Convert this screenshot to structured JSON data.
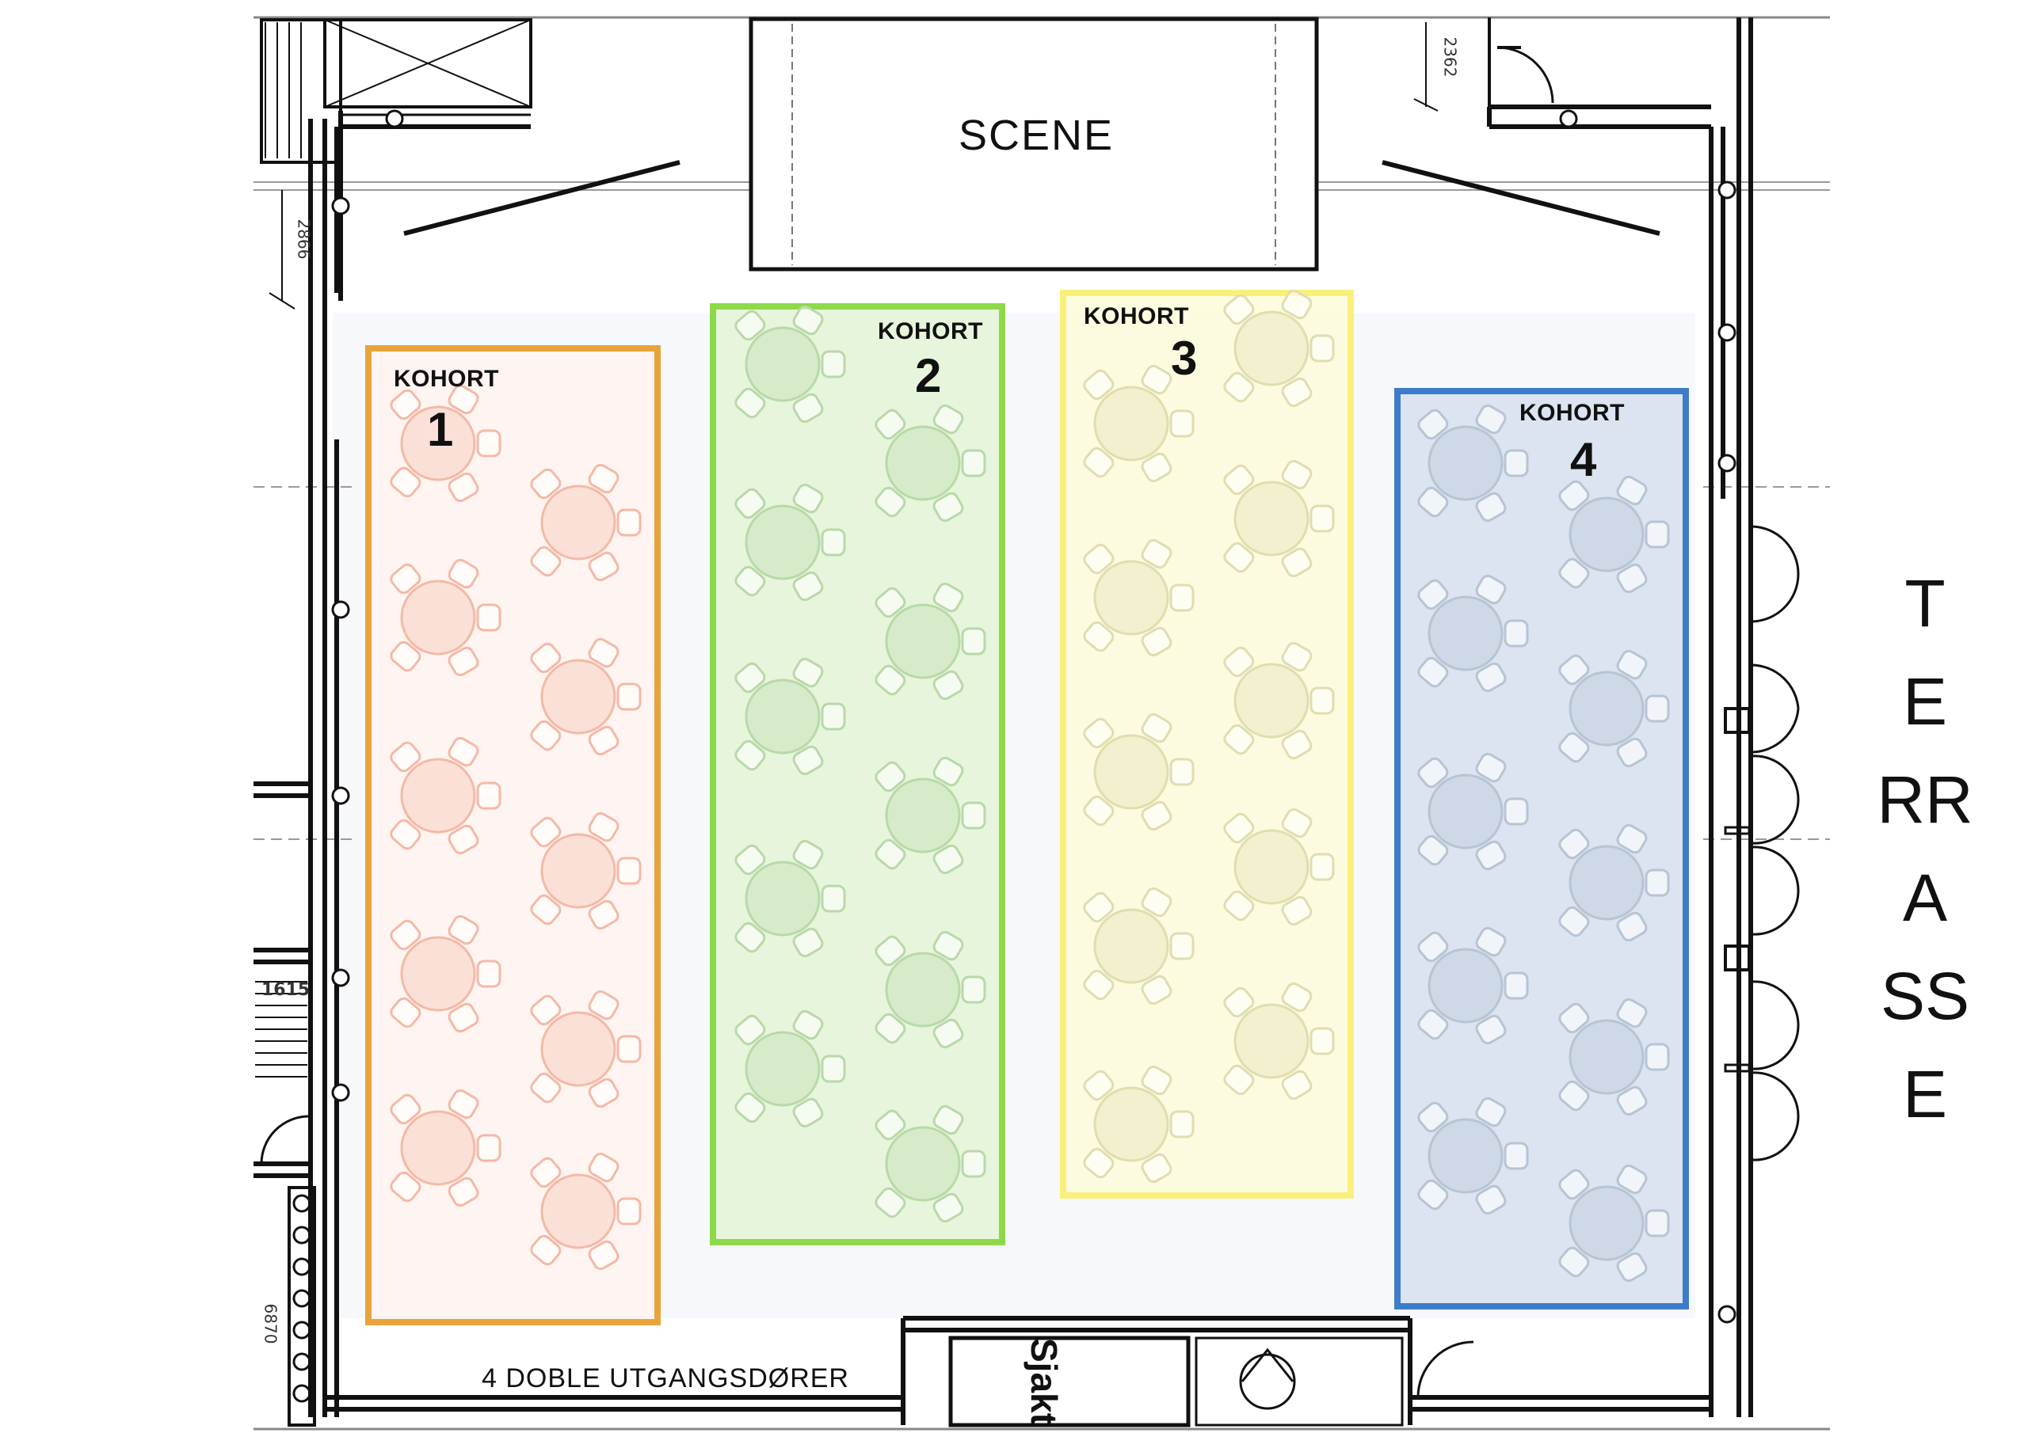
{
  "scene": {
    "label": "SCENE"
  },
  "exit": {
    "label": "4 DOBLE UTGANGSDØRER"
  },
  "terrace": {
    "lines": [
      "T",
      "E",
      "RR",
      "A",
      "SS",
      "E"
    ]
  },
  "room_labels": {
    "storage": "Sjakt",
    "dim_1615": "1615",
    "dim_2866": "2866",
    "dim_2362": "2362",
    "dim_6870": "6870"
  },
  "kohorts": [
    {
      "title": "KOHORT",
      "number": "1",
      "color": "#E8A33C",
      "fill": "#FFF3EE",
      "table_color": "#F4B9A6"
    },
    {
      "title": "KOHORT",
      "number": "2",
      "color": "#8CD94A",
      "fill": "#E3F5D6",
      "table_color": "#B9D9A8"
    },
    {
      "title": "KOHORT",
      "number": "3",
      "color": "#F9F07A",
      "fill": "#FDFBD9",
      "table_color": "#E0DDB0"
    },
    {
      "title": "KOHORT",
      "number": "4",
      "color": "#3D7CC9",
      "fill": "#D6E1ED",
      "table_color": "#B7C4D3"
    }
  ],
  "icons": {
    "table": "round-table-icon",
    "door": "door-swing-icon"
  }
}
